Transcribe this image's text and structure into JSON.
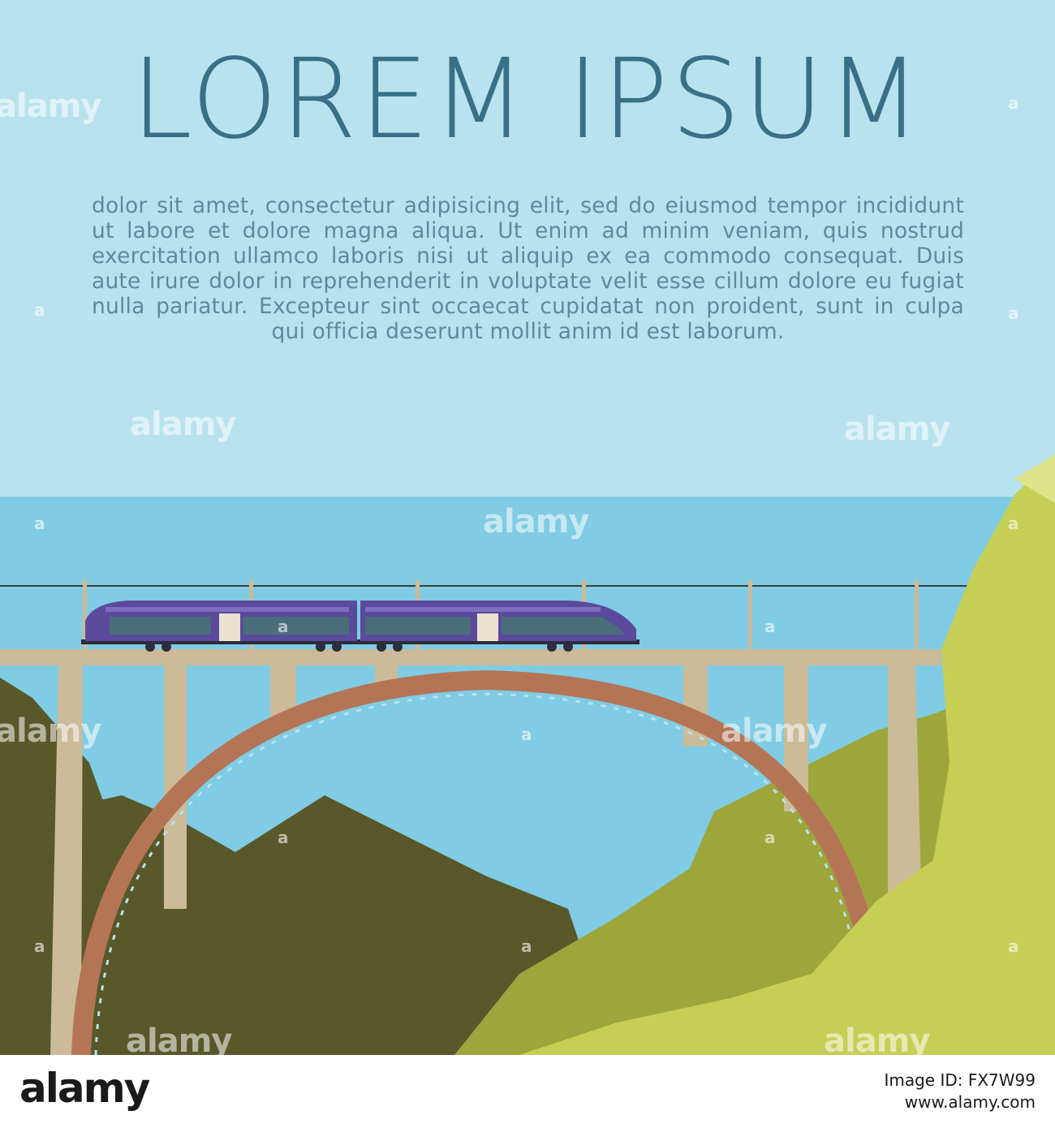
{
  "title": "LOREM IPSUM",
  "body_text": "dolor sit amet, consectetur adipisicing elit, sed do eiusmod tempor incididunt ut labore et dolore magna aliqua. Ut enim ad minim veniam, quis nostrud exercitation ullamco laboris nisi ut aliquip ex ea commodo consequat. Duis aute irure dolor in reprehenderit in voluptate velit esse cillum dolore eu fugiat nulla pariatur. Excepteur sint occaecat cupidatat non proident, sunt in culpa qui officia deserunt mollit anim id est laborum.",
  "watermark": "alamy",
  "watermark_mark": "a",
  "footer": {
    "logo": "alamy",
    "image_id": "Image ID: FX7W99",
    "site": "www.alamy.com"
  },
  "colors": {
    "sky": "#b9e2ef",
    "sea": "#7fcce4",
    "title": "#3a6f88",
    "text": "#5f8a9c",
    "bridge": "#cbbb99",
    "arch": "#b47557",
    "train": "#5b4a9c",
    "hill_dark": "#58582a",
    "hill_olive": "#9da63a",
    "hill_light": "#c6cf55"
  },
  "icons": {
    "train": "train-icon",
    "bridge": "arch-bridge-icon"
  }
}
